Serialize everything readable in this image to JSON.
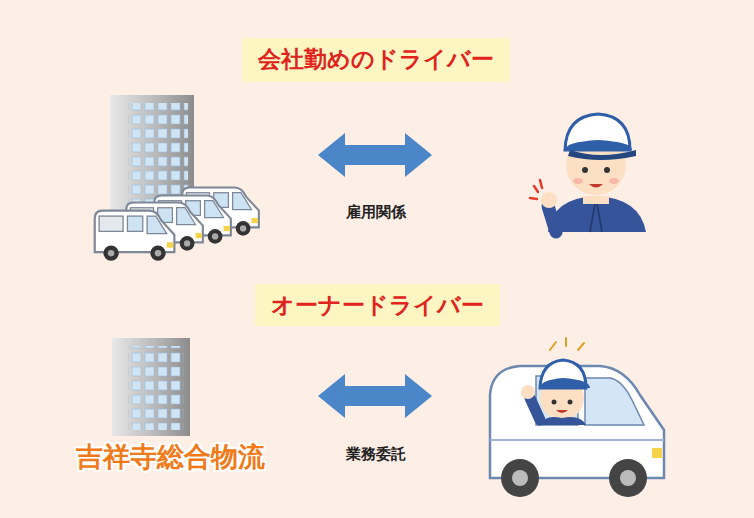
{
  "diagram": {
    "nodes": [
      {
        "text": [
          "会社勤めのドライバー"
        ]
      },
      {
        "text": [
          "オーナードライバー"
        ]
      }
    ],
    "labels": [
      "雇用関係",
      "吉祥寺総合物流",
      "業務委託"
    ]
  }
}
